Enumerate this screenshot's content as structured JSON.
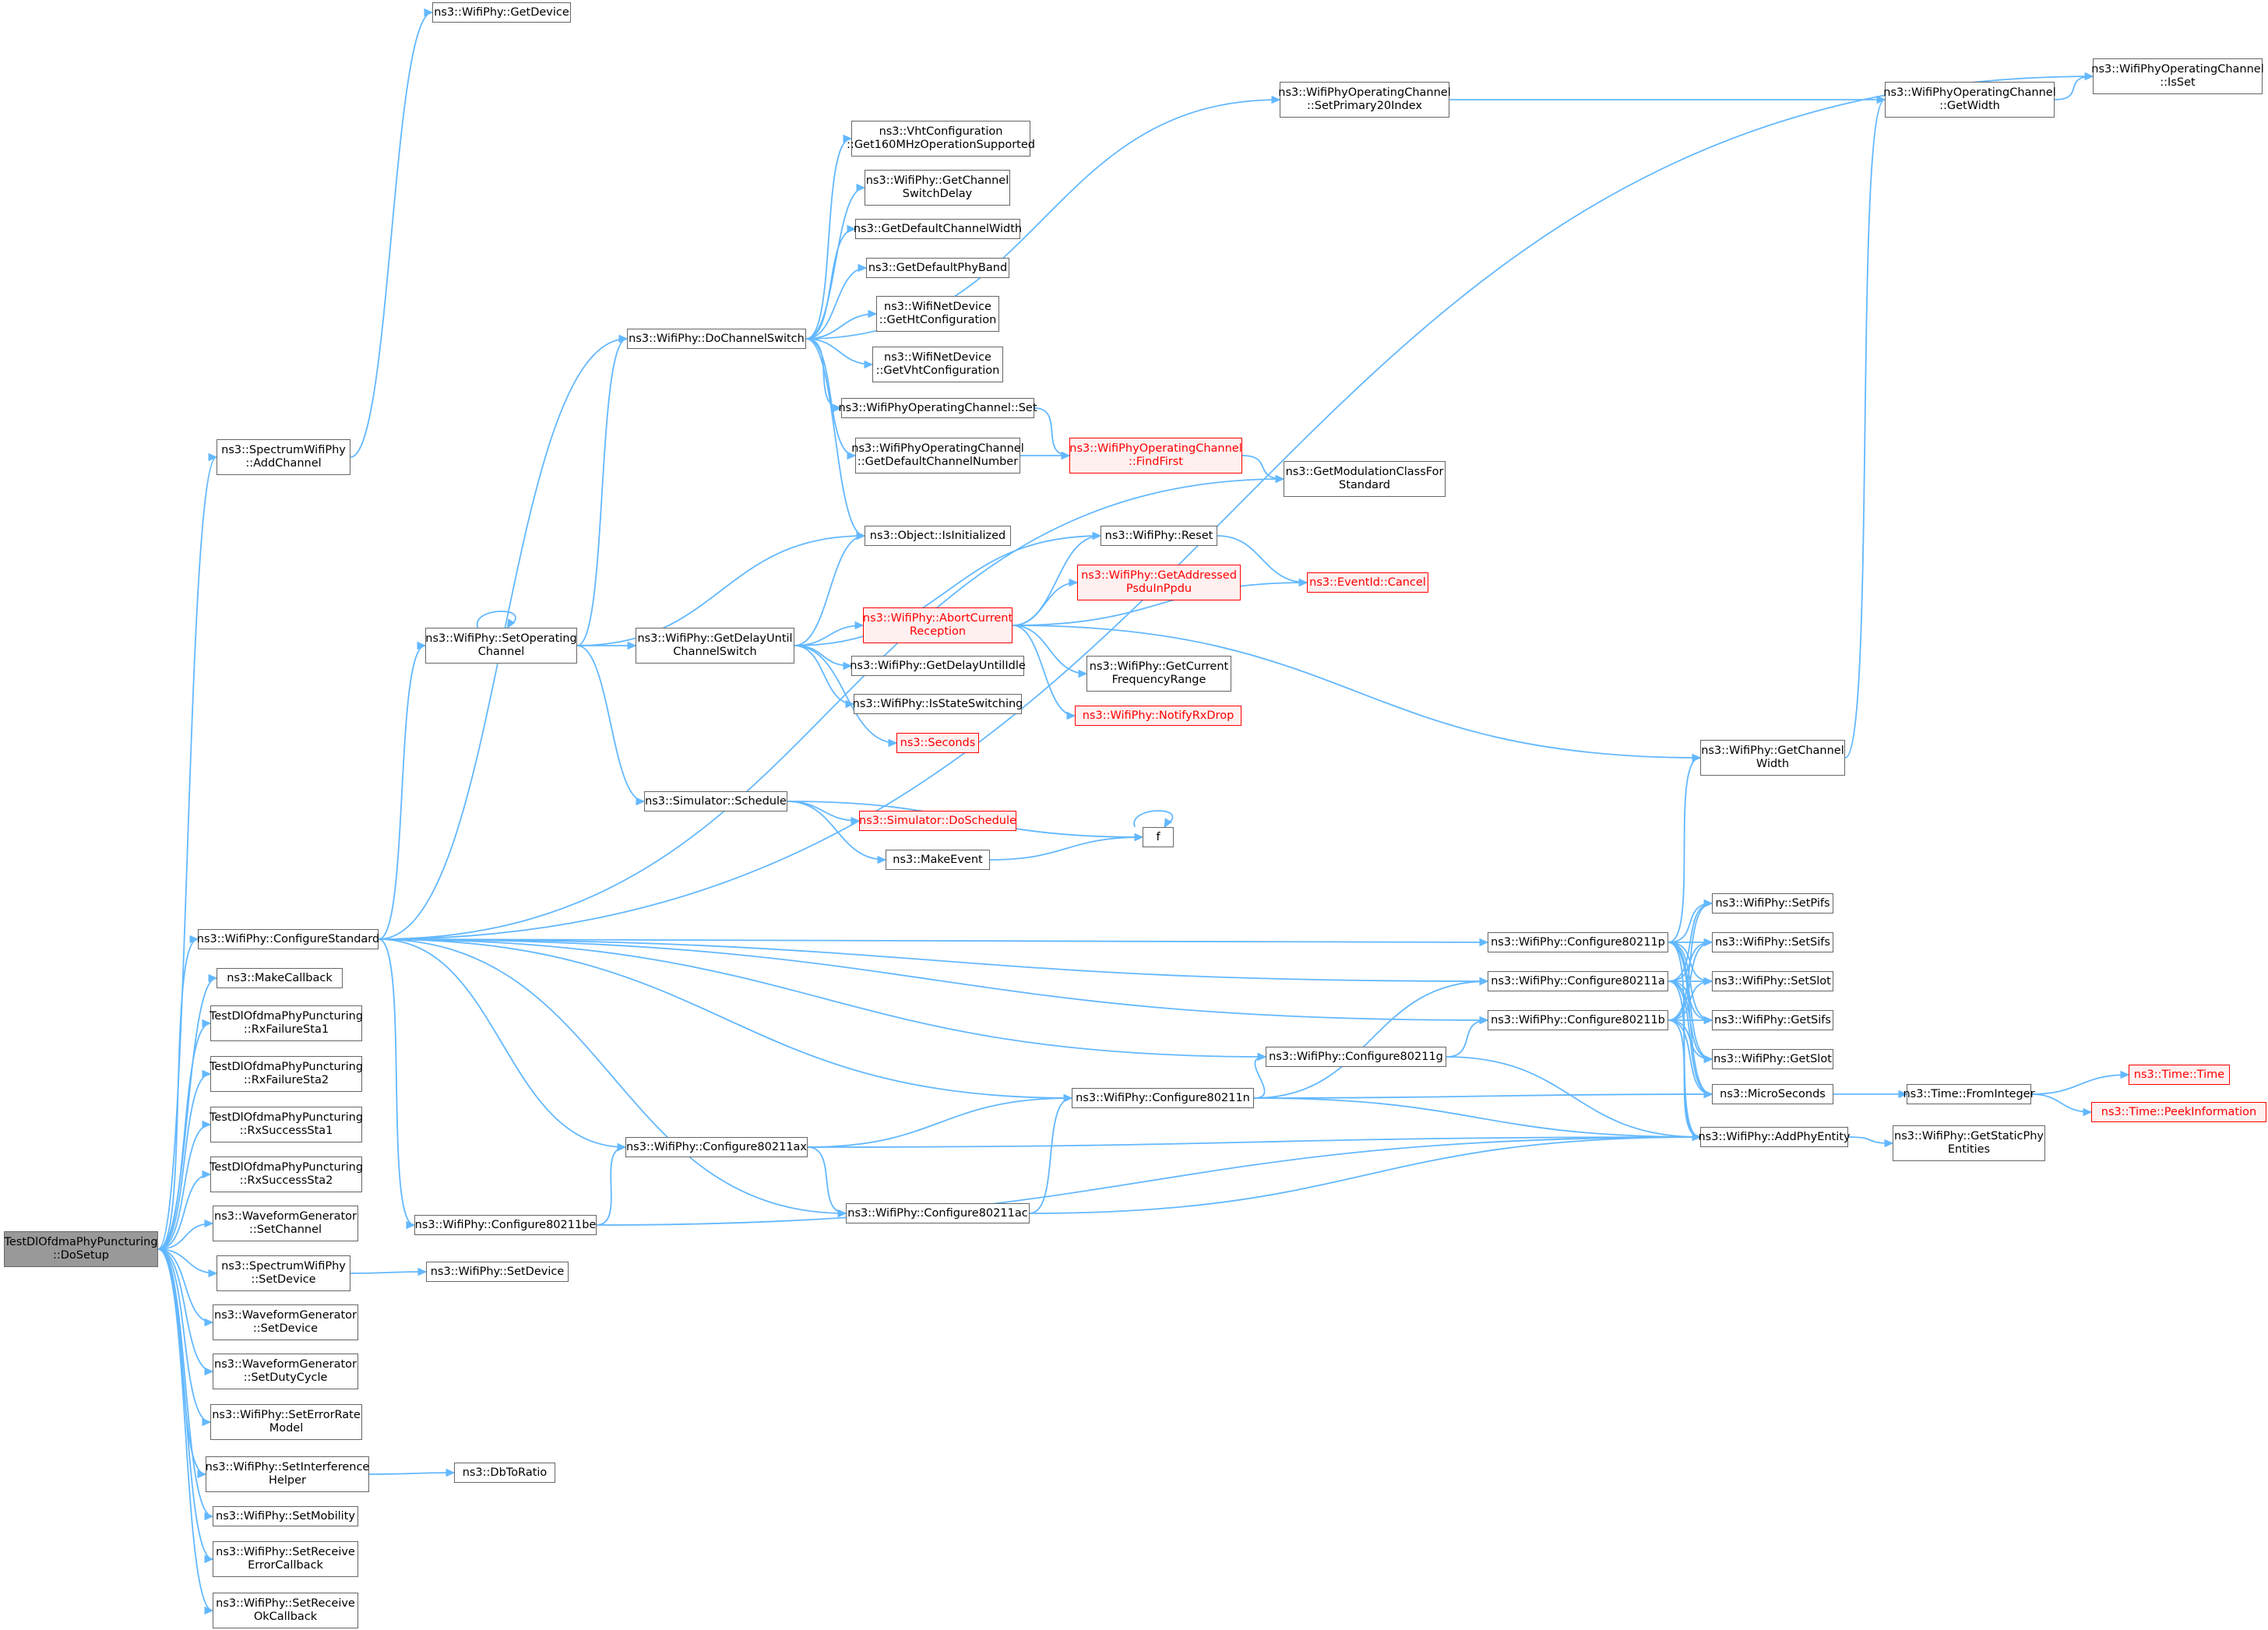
{
  "colors": {
    "edge": "#63b8ff",
    "node_border": "#666666",
    "highlight_text": "#ff0000",
    "highlight_fill": "#fff0f0",
    "root_fill": "#999999"
  },
  "nodes": [
    {
      "id": "root",
      "lines": [
        "TestDlOfdmaPhyPuncturing",
        "::DoSetup"
      ],
      "style": "root"
    },
    {
      "id": "addChannel",
      "lines": [
        "ns3::SpectrumWifiPhy",
        "::AddChannel"
      ]
    },
    {
      "id": "getDevice",
      "lines": [
        "ns3::WifiPhy::GetDevice"
      ]
    },
    {
      "id": "configureStandard",
      "lines": [
        "ns3::WifiPhy::ConfigureStandard"
      ]
    },
    {
      "id": "makeCallback",
      "lines": [
        "ns3::MakeCallback"
      ]
    },
    {
      "id": "rxFail1",
      "lines": [
        "TestDlOfdmaPhyPuncturing",
        "::RxFailureSta1"
      ]
    },
    {
      "id": "rxFail2",
      "lines": [
        "TestDlOfdmaPhyPuncturing",
        "::RxFailureSta2"
      ]
    },
    {
      "id": "rxSucc1",
      "lines": [
        "TestDlOfdmaPhyPuncturing",
        "::RxSuccessSta1"
      ]
    },
    {
      "id": "rxSucc2",
      "lines": [
        "TestDlOfdmaPhyPuncturing",
        "::RxSuccessSta2"
      ]
    },
    {
      "id": "wgSetChannel",
      "lines": [
        "ns3::WaveformGenerator",
        "::SetChannel"
      ]
    },
    {
      "id": "swpSetDevice",
      "lines": [
        "ns3::SpectrumWifiPhy",
        "::SetDevice"
      ]
    },
    {
      "id": "wgSetDevice",
      "lines": [
        "ns3::WaveformGenerator",
        "::SetDevice"
      ]
    },
    {
      "id": "wgSetDutyCycle",
      "lines": [
        "ns3::WaveformGenerator",
        "::SetDutyCycle"
      ]
    },
    {
      "id": "setErrorRate",
      "lines": [
        "ns3::WifiPhy::SetErrorRate",
        "Model"
      ]
    },
    {
      "id": "setInterference",
      "lines": [
        "ns3::WifiPhy::SetInterference",
        "Helper"
      ]
    },
    {
      "id": "setMobility",
      "lines": [
        "ns3::WifiPhy::SetMobility"
      ]
    },
    {
      "id": "setRecvErr",
      "lines": [
        "ns3::WifiPhy::SetReceive",
        "ErrorCallback"
      ]
    },
    {
      "id": "setRecvOk",
      "lines": [
        "ns3::WifiPhy::SetReceive",
        "OkCallback"
      ]
    },
    {
      "id": "wpSetDevice",
      "lines": [
        "ns3::WifiPhy::SetDevice"
      ]
    },
    {
      "id": "dbToRatio",
      "lines": [
        "ns3::DbToRatio"
      ]
    },
    {
      "id": "doChannelSwitch",
      "lines": [
        "ns3::WifiPhy::DoChannelSwitch"
      ]
    },
    {
      "id": "setOperating",
      "lines": [
        "ns3::WifiPhy::SetOperating",
        "Channel"
      ]
    },
    {
      "id": "cfg80211ax",
      "lines": [
        "ns3::WifiPhy::Configure80211ax"
      ]
    },
    {
      "id": "cfg80211be",
      "lines": [
        "ns3::WifiPhy::Configure80211be"
      ]
    },
    {
      "id": "getDelay",
      "lines": [
        "ns3::WifiPhy::GetDelayUntil",
        "ChannelSwitch"
      ]
    },
    {
      "id": "schedule",
      "lines": [
        "ns3::Simulator::Schedule"
      ]
    },
    {
      "id": "setPrimary20",
      "lines": [
        "ns3::WifiPhyOperatingChannel",
        "::SetPrimary20Index"
      ]
    },
    {
      "id": "vht160",
      "lines": [
        "ns3::VhtConfiguration",
        "::Get160MHzOperationSupported"
      ]
    },
    {
      "id": "getChSwitchDelay",
      "lines": [
        "ns3::WifiPhy::GetChannel",
        "SwitchDelay"
      ]
    },
    {
      "id": "getDefaultChWidth",
      "lines": [
        "ns3::GetDefaultChannelWidth"
      ]
    },
    {
      "id": "getDefaultPhyBand",
      "lines": [
        "ns3::GetDefaultPhyBand"
      ]
    },
    {
      "id": "getHtConfig",
      "lines": [
        "ns3::WifiNetDevice",
        "::GetHtConfiguration"
      ]
    },
    {
      "id": "getVhtConfig",
      "lines": [
        "ns3::WifiNetDevice",
        "::GetVhtConfiguration"
      ]
    },
    {
      "id": "wocSet",
      "lines": [
        "ns3::WifiPhyOperatingChannel::Set"
      ]
    },
    {
      "id": "wocGetDefaultChNum",
      "lines": [
        "ns3::WifiPhyOperatingChannel",
        "::GetDefaultChannelNumber"
      ]
    },
    {
      "id": "isInitialized",
      "lines": [
        "ns3::Object::IsInitialized"
      ]
    },
    {
      "id": "abortCurrent",
      "lines": [
        "ns3::WifiPhy::AbortCurrent",
        "Reception"
      ],
      "style": "red"
    },
    {
      "id": "getDelayIdle",
      "lines": [
        "ns3::WifiPhy::GetDelayUntilIdle"
      ]
    },
    {
      "id": "isStateSwitching",
      "lines": [
        "ns3::WifiPhy::IsStateSwitching"
      ]
    },
    {
      "id": "seconds",
      "lines": [
        "ns3::Seconds"
      ],
      "style": "red"
    },
    {
      "id": "doSchedule",
      "lines": [
        "ns3::Simulator::DoSchedule"
      ],
      "style": "red"
    },
    {
      "id": "makeEvent",
      "lines": [
        "ns3::MakeEvent"
      ]
    },
    {
      "id": "cfg80211ac",
      "lines": [
        "ns3::WifiPhy::Configure80211ac"
      ]
    },
    {
      "id": "cfg80211n",
      "lines": [
        "ns3::WifiPhy::Configure80211n"
      ]
    },
    {
      "id": "wocFindFirst",
      "lines": [
        "ns3::WifiPhyOperatingChannel",
        "::FindFirst"
      ],
      "style": "red"
    },
    {
      "id": "wpReset",
      "lines": [
        "ns3::WifiPhy::Reset"
      ]
    },
    {
      "id": "getAddressed",
      "lines": [
        "ns3::WifiPhy::GetAddressed",
        "PsduInPpdu"
      ],
      "style": "red"
    },
    {
      "id": "getCurrentFreq",
      "lines": [
        "ns3::WifiPhy::GetCurrent",
        "FrequencyRange"
      ]
    },
    {
      "id": "notifyRxDrop",
      "lines": [
        "ns3::WifiPhy::NotifyRxDrop"
      ],
      "style": "red"
    },
    {
      "id": "f",
      "lines": [
        "f"
      ]
    },
    {
      "id": "cfg80211g",
      "lines": [
        "ns3::WifiPhy::Configure80211g"
      ]
    },
    {
      "id": "getModClass",
      "lines": [
        "ns3::GetModulationClassFor",
        "Standard"
      ]
    },
    {
      "id": "eventCancel",
      "lines": [
        "ns3::EventId::Cancel"
      ],
      "style": "red"
    },
    {
      "id": "cfg80211p",
      "lines": [
        "ns3::WifiPhy::Configure80211p"
      ]
    },
    {
      "id": "cfg80211a",
      "lines": [
        "ns3::WifiPhy::Configure80211a"
      ]
    },
    {
      "id": "cfg80211b",
      "lines": [
        "ns3::WifiPhy::Configure80211b"
      ]
    },
    {
      "id": "getChWidth",
      "lines": [
        "ns3::WifiPhy::GetChannel",
        "Width"
      ]
    },
    {
      "id": "wocGetWidth",
      "lines": [
        "ns3::WifiPhyOperatingChannel",
        "::GetWidth"
      ]
    },
    {
      "id": "setPifs",
      "lines": [
        "ns3::WifiPhy::SetPifs"
      ]
    },
    {
      "id": "setSifs",
      "lines": [
        "ns3::WifiPhy::SetSifs"
      ]
    },
    {
      "id": "setSlot",
      "lines": [
        "ns3::WifiPhy::SetSlot"
      ]
    },
    {
      "id": "getSifs",
      "lines": [
        "ns3::WifiPhy::GetSifs"
      ]
    },
    {
      "id": "getSlot",
      "lines": [
        "ns3::WifiPhy::GetSlot"
      ]
    },
    {
      "id": "microSeconds",
      "lines": [
        "ns3::MicroSeconds"
      ]
    },
    {
      "id": "addPhyEntity",
      "lines": [
        "ns3::WifiPhy::AddPhyEntity"
      ]
    },
    {
      "id": "wocIsSet",
      "lines": [
        "ns3::WifiPhyOperatingChannel",
        "::IsSet"
      ]
    },
    {
      "id": "fromInteger",
      "lines": [
        "ns3::Time::FromInteger"
      ]
    },
    {
      "id": "getStaticPhy",
      "lines": [
        "ns3::WifiPhy::GetStaticPhy",
        "Entities"
      ]
    },
    {
      "id": "timeTime",
      "lines": [
        "ns3::Time::Time"
      ],
      "style": "red"
    },
    {
      "id": "peekInfo",
      "lines": [
        "ns3::Time::PeekInformation"
      ],
      "style": "red"
    }
  ],
  "edges": [
    [
      "root",
      "addChannel"
    ],
    [
      "root",
      "configureStandard"
    ],
    [
      "root",
      "makeCallback"
    ],
    [
      "root",
      "rxFail1"
    ],
    [
      "root",
      "rxFail2"
    ],
    [
      "root",
      "rxSucc1"
    ],
    [
      "root",
      "rxSucc2"
    ],
    [
      "root",
      "wgSetChannel"
    ],
    [
      "root",
      "swpSetDevice"
    ],
    [
      "root",
      "wgSetDevice"
    ],
    [
      "root",
      "wgSetDutyCycle"
    ],
    [
      "root",
      "setErrorRate"
    ],
    [
      "root",
      "setInterference"
    ],
    [
      "root",
      "setMobility"
    ],
    [
      "root",
      "setRecvErr"
    ],
    [
      "root",
      "setRecvOk"
    ],
    [
      "addChannel",
      "getDevice"
    ],
    [
      "swpSetDevice",
      "wpSetDevice"
    ],
    [
      "setInterference",
      "dbToRatio"
    ],
    [
      "configureStandard",
      "doChannelSwitch"
    ],
    [
      "configureStandard",
      "setOperating"
    ],
    [
      "configureStandard",
      "cfg80211ax"
    ],
    [
      "configureStandard",
      "cfg80211be"
    ],
    [
      "configureStandard",
      "cfg80211ac"
    ],
    [
      "configureStandard",
      "cfg80211n"
    ],
    [
      "configureStandard",
      "cfg80211g"
    ],
    [
      "configureStandard",
      "cfg80211p"
    ],
    [
      "configureStandard",
      "cfg80211a"
    ],
    [
      "configureStandard",
      "cfg80211b"
    ],
    [
      "configureStandard",
      "getModClass"
    ],
    [
      "configureStandard",
      "wocIsSet"
    ],
    [
      "doChannelSwitch",
      "setPrimary20"
    ],
    [
      "doChannelSwitch",
      "vht160"
    ],
    [
      "doChannelSwitch",
      "getChSwitchDelay"
    ],
    [
      "doChannelSwitch",
      "getDefaultChWidth"
    ],
    [
      "doChannelSwitch",
      "getDefaultPhyBand"
    ],
    [
      "doChannelSwitch",
      "getHtConfig"
    ],
    [
      "doChannelSwitch",
      "getVhtConfig"
    ],
    [
      "doChannelSwitch",
      "wocSet"
    ],
    [
      "doChannelSwitch",
      "wocGetDefaultChNum"
    ],
    [
      "doChannelSwitch",
      "isInitialized"
    ],
    [
      "setOperating",
      "doChannelSwitch"
    ],
    [
      "setOperating",
      "getDelay"
    ],
    [
      "setOperating",
      "isInitialized"
    ],
    [
      "setOperating",
      "schedule"
    ],
    [
      "setOperating",
      "setOperating"
    ],
    [
      "getDelay",
      "abortCurrent"
    ],
    [
      "getDelay",
      "getDelayIdle"
    ],
    [
      "getDelay",
      "isStateSwitching"
    ],
    [
      "getDelay",
      "seconds"
    ],
    [
      "getDelay",
      "isInitialized"
    ],
    [
      "getDelay",
      "wpReset"
    ],
    [
      "schedule",
      "doSchedule"
    ],
    [
      "schedule",
      "makeEvent"
    ],
    [
      "schedule",
      "f"
    ],
    [
      "makeEvent",
      "f"
    ],
    [
      "f",
      "f"
    ],
    [
      "setPrimary20",
      "wocGetWidth"
    ],
    [
      "wocSet",
      "wocFindFirst"
    ],
    [
      "wocGetDefaultChNum",
      "wocFindFirst"
    ],
    [
      "wocFindFirst",
      "getModClass"
    ],
    [
      "abortCurrent",
      "wpReset"
    ],
    [
      "abortCurrent",
      "getAddressed"
    ],
    [
      "abortCurrent",
      "eventCancel"
    ],
    [
      "abortCurrent",
      "getCurrentFreq"
    ],
    [
      "abortCurrent",
      "notifyRxDrop"
    ],
    [
      "abortCurrent",
      "getChWidth"
    ],
    [
      "wpReset",
      "eventCancel"
    ],
    [
      "cfg80211ax",
      "cfg80211n"
    ],
    [
      "cfg80211ax",
      "cfg80211ac"
    ],
    [
      "cfg80211ax",
      "addPhyEntity"
    ],
    [
      "cfg80211be",
      "cfg80211ax"
    ],
    [
      "cfg80211be",
      "addPhyEntity"
    ],
    [
      "cfg80211ac",
      "cfg80211n"
    ],
    [
      "cfg80211ac",
      "addPhyEntity"
    ],
    [
      "cfg80211n",
      "cfg80211g"
    ],
    [
      "cfg80211n",
      "cfg80211a"
    ],
    [
      "cfg80211n",
      "microSeconds"
    ],
    [
      "cfg80211n",
      "addPhyEntity"
    ],
    [
      "cfg80211g",
      "cfg80211b"
    ],
    [
      "cfg80211g",
      "addPhyEntity"
    ],
    [
      "cfg80211p",
      "getChWidth"
    ],
    [
      "cfg80211p",
      "setPifs"
    ],
    [
      "cfg80211p",
      "setSifs"
    ],
    [
      "cfg80211p",
      "setSlot"
    ],
    [
      "cfg80211p",
      "getSifs"
    ],
    [
      "cfg80211p",
      "getSlot"
    ],
    [
      "cfg80211p",
      "microSeconds"
    ],
    [
      "cfg80211p",
      "addPhyEntity"
    ],
    [
      "cfg80211a",
      "setPifs"
    ],
    [
      "cfg80211a",
      "setSifs"
    ],
    [
      "cfg80211a",
      "setSlot"
    ],
    [
      "cfg80211a",
      "getSifs"
    ],
    [
      "cfg80211a",
      "getSlot"
    ],
    [
      "cfg80211a",
      "microSeconds"
    ],
    [
      "cfg80211a",
      "addPhyEntity"
    ],
    [
      "cfg80211b",
      "setPifs"
    ],
    [
      "cfg80211b",
      "setSifs"
    ],
    [
      "cfg80211b",
      "setSlot"
    ],
    [
      "cfg80211b",
      "getSifs"
    ],
    [
      "cfg80211b",
      "getSlot"
    ],
    [
      "cfg80211b",
      "microSeconds"
    ],
    [
      "cfg80211b",
      "addPhyEntity"
    ],
    [
      "getChWidth",
      "wocGetWidth"
    ],
    [
      "wocGetWidth",
      "wocIsSet"
    ],
    [
      "microSeconds",
      "fromInteger"
    ],
    [
      "fromInteger",
      "timeTime"
    ],
    [
      "fromInteger",
      "peekInfo"
    ],
    [
      "addPhyEntity",
      "getStaticPhy"
    ]
  ]
}
